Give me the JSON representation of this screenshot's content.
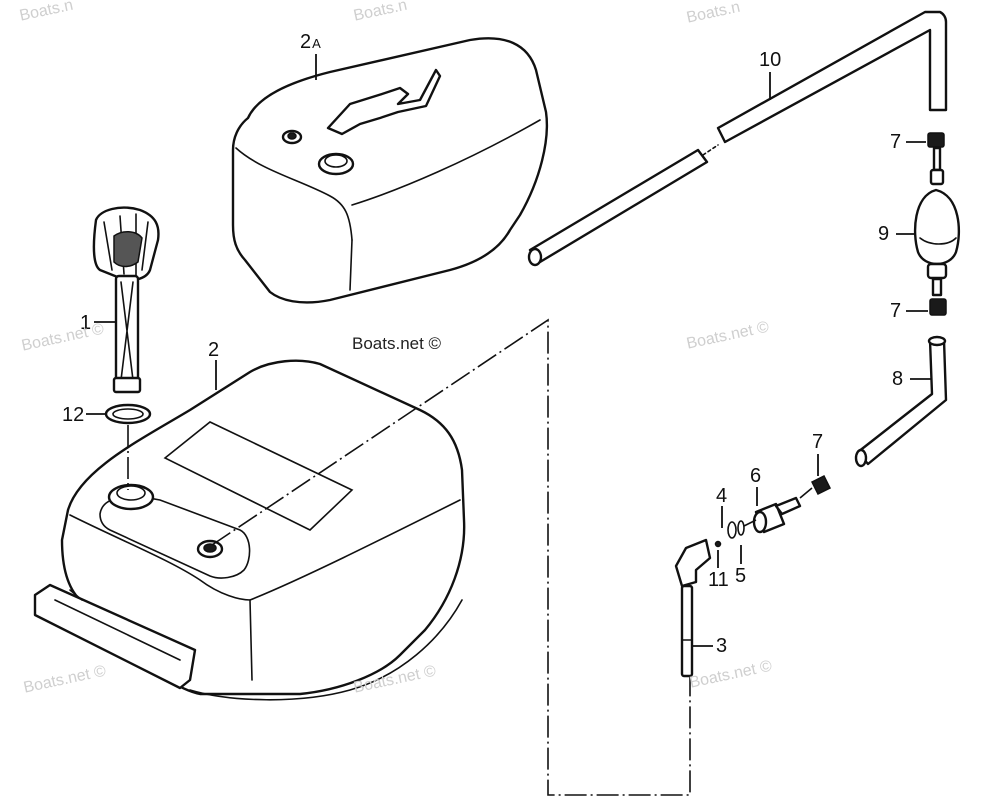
{
  "watermarks": {
    "main": "Boats.net ©",
    "faint": "Boats.net ©",
    "faint_partial": "Boats.n"
  },
  "callouts": {
    "c1": "1",
    "c2": "2",
    "c2a_num": "2",
    "c2a_suffix": "A",
    "c3": "3",
    "c4": "4",
    "c5": "5",
    "c6": "6",
    "c7_top": "7",
    "c7_mid": "7",
    "c7_low": "7",
    "c8": "8",
    "c9": "9",
    "c10": "10",
    "c11": "11",
    "c12": "12"
  },
  "colors": {
    "line": "#111111",
    "watermark": "#cfcfcf",
    "background": "#ffffff"
  }
}
